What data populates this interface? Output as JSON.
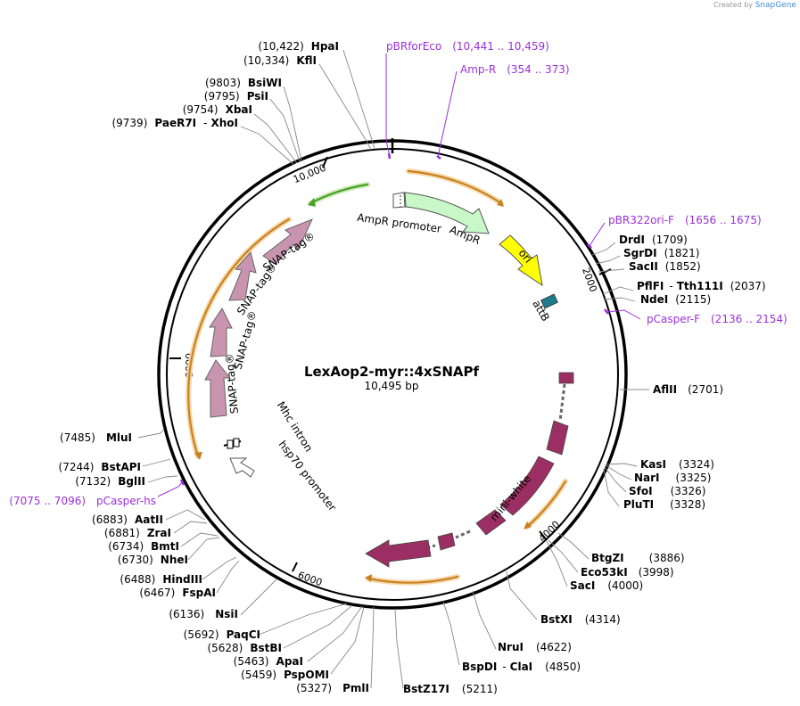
{
  "watermark": {
    "prefix": "Created by",
    "brand": "SnapGene"
  },
  "plasmid": {
    "name": "LexAop2-myr::4xSNAPf",
    "length": "10,495 bp"
  },
  "ticks": [
    "10,000",
    "2000",
    "4000",
    "6000",
    "8000"
  ],
  "primers": [
    {
      "name": "pBRforEco",
      "range": "(10,441 .. 10,459)"
    },
    {
      "name": "Amp-R",
      "range": "(354 .. 373)"
    },
    {
      "name": "pBR322ori-F",
      "range": "(1656 .. 1675)"
    },
    {
      "name": "pCasper-F",
      "range": "(2136 .. 2154)"
    },
    {
      "name": "pCasper-hs",
      "range": "(7075 .. 7096)"
    }
  ],
  "sites": [
    {
      "pos": "(10,422)",
      "name": "HpaI"
    },
    {
      "pos": "(10,334)",
      "name": "KflI"
    },
    {
      "pos": "(9803)",
      "name": "BsiWI"
    },
    {
      "pos": "(9795)",
      "name": "PsiI"
    },
    {
      "pos": "(9754)",
      "name": "XbaI"
    },
    {
      "pos": "(9739)",
      "name": "PaeR7I",
      "name2": "XhoI"
    },
    {
      "name": "DrdI",
      "pos": "(1709)"
    },
    {
      "name": "SgrDI",
      "pos": "(1821)"
    },
    {
      "name": "SacII",
      "pos": "(1852)"
    },
    {
      "name": "PflFI",
      "name2": "Tth111I",
      "pos": "(2037)"
    },
    {
      "name": "NdeI",
      "pos": "(2115)"
    },
    {
      "name": "AflII",
      "pos": "(2701)"
    },
    {
      "name": "KasI",
      "pos": "(3324)"
    },
    {
      "name": "NarI",
      "pos": "(3325)"
    },
    {
      "name": "SfoI",
      "pos": "(3326)"
    },
    {
      "name": "PluTI",
      "pos": "(3328)"
    },
    {
      "name": "BtgZI",
      "pos": "(3886)"
    },
    {
      "name": "Eco53kI",
      "pos": "(3998)"
    },
    {
      "name": "SacI",
      "pos": "(4000)"
    },
    {
      "name": "BstXI",
      "pos": "(4314)"
    },
    {
      "name": "NruI",
      "pos": "(4622)"
    },
    {
      "name": "BspDI",
      "name2": "ClaI",
      "pos": "(4850)"
    },
    {
      "name": "BstZ17I",
      "pos": "(5211)"
    },
    {
      "pos": "(5327)",
      "name": "PmlI"
    },
    {
      "pos": "(5459)",
      "name": "PspOMI"
    },
    {
      "pos": "(5463)",
      "name": "ApaI"
    },
    {
      "pos": "(5628)",
      "name": "BstBI"
    },
    {
      "pos": "(5692)",
      "name": "PaqCI"
    },
    {
      "pos": "(6136)",
      "name": "NsiI"
    },
    {
      "pos": "(6467)",
      "name": "FspAI"
    },
    {
      "pos": "(6488)",
      "name": "HindIII"
    },
    {
      "pos": "(6730)",
      "name": "NheI"
    },
    {
      "pos": "(6734)",
      "name": "BmtI"
    },
    {
      "pos": "(6881)",
      "name": "ZraI"
    },
    {
      "pos": "(6883)",
      "name": "AatII"
    },
    {
      "pos": "(7132)",
      "name": "BglII"
    },
    {
      "pos": "(7244)",
      "name": "BstAPI"
    },
    {
      "pos": "(7485)",
      "name": "MluI"
    }
  ],
  "features": {
    "ampr_promoter": "AmpR promoter",
    "ampr": "AmpR",
    "ori": "ori",
    "attb": "attB",
    "mini_white": "mini-white",
    "hsp70": "hsp70 promoter",
    "mhc_intron": "Mhc intron",
    "snap1": "SNAP-tag®",
    "snap2": "SNAP-tag®",
    "snap3": "SNAP-tag®",
    "snap4": "SNAP-tag®"
  },
  "colors": {
    "ampr": "#c8f7c8",
    "ori": "#ffff00",
    "attb": "#1f7a8c",
    "mini_white": "#9b2f63",
    "snap": "#c994b0",
    "primer": "#9b30d9",
    "orf": "#e8a33c",
    "orf_green": "#4aa02c"
  }
}
